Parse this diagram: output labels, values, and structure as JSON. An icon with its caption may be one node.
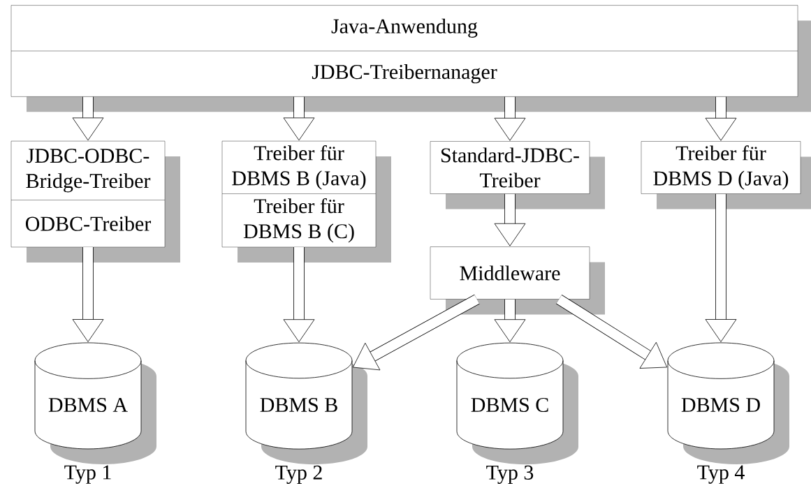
{
  "diagram": {
    "nodes": [
      {
        "text": [
          "Java-Anwendung",
          "JDBC-Treibernanager"
        ]
      },
      {
        "text": [
          "JDBC-ODBC-Bridge-Treiber",
          "ODBC-Treiber"
        ]
      },
      {
        "text": [
          "Treiber für DBMS B (Java)",
          "Treiber für DBMS B (C)"
        ]
      },
      {
        "text": [
          "Standard-JDBC-Treiber"
        ]
      },
      {
        "text": [
          "Treiber für DBMS D (Java)"
        ]
      },
      {
        "text": [
          "Middleware"
        ]
      },
      {
        "text": [
          "DBMS A"
        ],
        "beside": [
          "Typ 1"
        ]
      },
      {
        "text": [
          "DBMS B"
        ],
        "beside": [
          "Typ 2"
        ]
      },
      {
        "text": [
          "DBMS C"
        ],
        "beside": [
          "Typ 3"
        ]
      },
      {
        "text": [
          "DBMS D"
        ],
        "beside": [
          "Typ 4"
        ]
      }
    ],
    "edges": [
      {
        "from": 0,
        "to": 1,
        "arrow": "to"
      },
      {
        "from": 0,
        "to": 2,
        "arrow": "to"
      },
      {
        "from": 0,
        "to": 3,
        "arrow": "to"
      },
      {
        "from": 0,
        "to": 4,
        "arrow": "to"
      },
      {
        "from": 1,
        "to": 6,
        "arrow": "to"
      },
      {
        "from": 2,
        "to": 7,
        "arrow": "to"
      },
      {
        "from": 3,
        "to": 5,
        "arrow": "to"
      },
      {
        "from": 5,
        "to": 7,
        "arrow": "to"
      },
      {
        "from": 5,
        "to": 8,
        "arrow": "to"
      },
      {
        "from": 5,
        "to": 9,
        "arrow": "to"
      },
      {
        "from": 4,
        "to": 9,
        "arrow": "to"
      }
    ]
  }
}
